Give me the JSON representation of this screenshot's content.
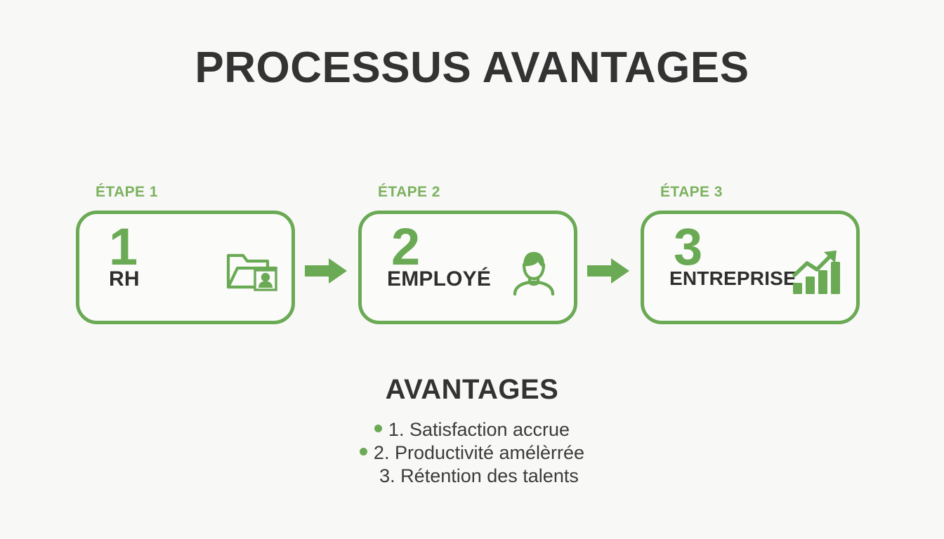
{
  "title": "PROCESSUS AVANTAGES",
  "colors": {
    "background": "#f8f8f6",
    "green": "#6aaa55",
    "label_green": "#7cb260",
    "dark_text": "#333333",
    "box_fill": "#fbfbf9"
  },
  "steps": [
    {
      "label": "ÉTAPE 1",
      "number": "1",
      "name": "RH",
      "icon": "folder-person-icon"
    },
    {
      "label": "ÉTAPE 2",
      "number": "2",
      "name": "EMPLOYÉ",
      "icon": "person-icon"
    },
    {
      "label": "ÉTAPE 3",
      "number": "3",
      "name": "ENTREPRISE",
      "icon": "growth-chart-icon"
    }
  ],
  "connectors": [
    {
      "icon": "arrow-right-icon"
    },
    {
      "icon": "arrow-right-icon"
    }
  ],
  "benefits": {
    "title": "AVANTAGES",
    "items": [
      {
        "text": "1. Satisfaction accrue",
        "bullet": true
      },
      {
        "text": "2. Productivité amélèrrée",
        "bullet": true
      },
      {
        "text": "3. Rétention des talents",
        "bullet": false
      }
    ]
  }
}
